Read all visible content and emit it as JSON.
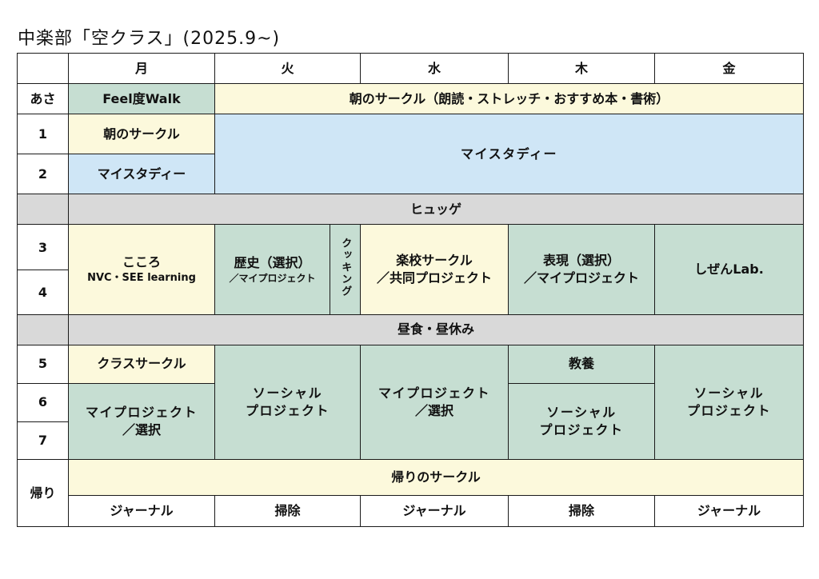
{
  "title": "中楽部「空クラス」(2025.9~)",
  "days": [
    "月",
    "火",
    "水",
    "木",
    "金"
  ],
  "periods": {
    "asa": "あさ",
    "p1": "1",
    "p2": "2",
    "p3": "3",
    "p4": "4",
    "p5": "5",
    "p6": "6",
    "p7": "7",
    "kaeri": "帰り"
  },
  "asa": {
    "mon": "Feel度Walk",
    "rest": "朝のサークル（朗読・ストレッチ・おすすめ本・書術）"
  },
  "p1": {
    "mon": "朝のサークル"
  },
  "p2": {
    "mon": "マイスタディー"
  },
  "p12": {
    "rest": "マイスタディー"
  },
  "break1": "ヒュッゲ",
  "p34": {
    "mon_main": "こころ",
    "mon_sub": "NVC・SEE learning",
    "tue_main": "歴史（選択）",
    "tue_sub": "／マイプロジェクト",
    "tue_side": "クッキング",
    "wed_main": "楽校サークル",
    "wed_sub": "／共同プロジェクト",
    "thu_main": "表現（選択）",
    "thu_sub": "／マイプロジェクト",
    "fri": "しぜんLab."
  },
  "lunch": "昼食・昼休み",
  "p5": {
    "mon": "クラスサークル",
    "thu": "教養"
  },
  "p67": {
    "mon_l1": "マイプロジェクト",
    "mon_l2": "／選択"
  },
  "p57": {
    "tue_l1": "ソーシャル",
    "tue_l2": "プロジェクト",
    "wed_l1": "マイプロジェクト",
    "wed_l2": "／選択",
    "fri_l1": "ソーシャル",
    "fri_l2": "プロジェクト"
  },
  "thu67": {
    "l1": "ソーシャル",
    "l2": "プロジェクト"
  },
  "kaeri": {
    "circle": "帰りのサークル",
    "mon": "ジャーナル",
    "tue": "掃除",
    "wed": "ジャーナル",
    "thu": "掃除",
    "fri": "ジャーナル"
  },
  "colors": {
    "yellow": "#fcf9dc",
    "green": "#c6ded2",
    "blue": "#cfe6f6",
    "gray": "#d9d9d9"
  }
}
